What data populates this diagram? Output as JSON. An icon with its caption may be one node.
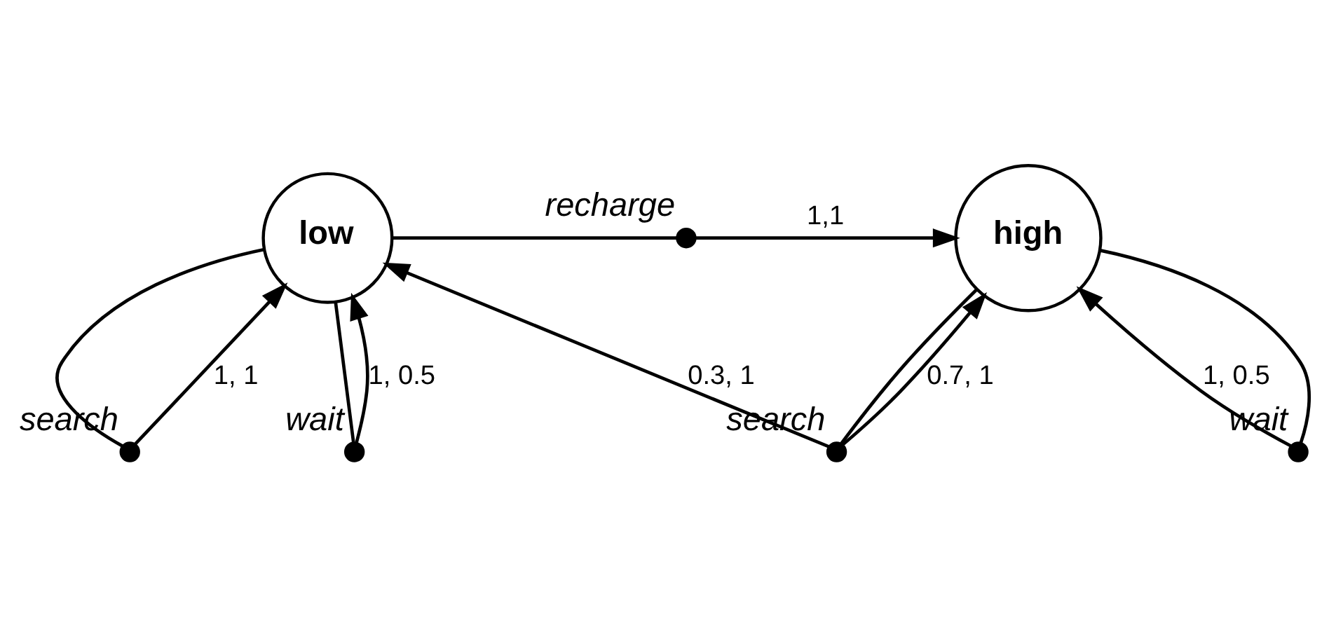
{
  "diagram": {
    "nodes": [
      {
        "text": [
          "high"
        ]
      },
      {
        "text": [
          "low"
        ]
      },
      {
        "text": [],
        "shape": "circle",
        "beside": [
          "wait"
        ]
      },
      {
        "text": [],
        "shape": "circle",
        "beside": [
          "search"
        ]
      },
      {
        "text": [],
        "shape": "circle",
        "beside": [
          "recharge"
        ]
      },
      {
        "text": [],
        "shape": "circle",
        "beside": [
          "search"
        ]
      },
      {
        "text": [],
        "shape": "circle",
        "beside": [
          "wait"
        ]
      }
    ],
    "edges": [
      {
        "from": 0,
        "to": 2,
        "arrow": "none"
      },
      {
        "from": 2,
        "to": 0,
        "arrow": "to",
        "label": "1, 0.5"
      },
      {
        "from": 1,
        "to": 4,
        "arrow": "none"
      },
      {
        "from": 4,
        "to": 0,
        "arrow": "to",
        "label": "1,1"
      },
      {
        "from": 0,
        "to": 3,
        "arrow": "none"
      },
      {
        "from": 3,
        "to": 0,
        "arrow": "to",
        "label": "0.7, 1"
      },
      {
        "from": 3,
        "to": 1,
        "arrow": "to",
        "label": "0.3, 1"
      },
      {
        "from": 1,
        "to": 5,
        "arrow": "none"
      },
      {
        "from": 5,
        "to": 1,
        "arrow": "to",
        "label": "1, 1"
      },
      {
        "from": 1,
        "to": 6,
        "arrow": "none"
      },
      {
        "from": 6,
        "to": 1,
        "arrow": "to",
        "label": "1, 0.5"
      }
    ]
  }
}
